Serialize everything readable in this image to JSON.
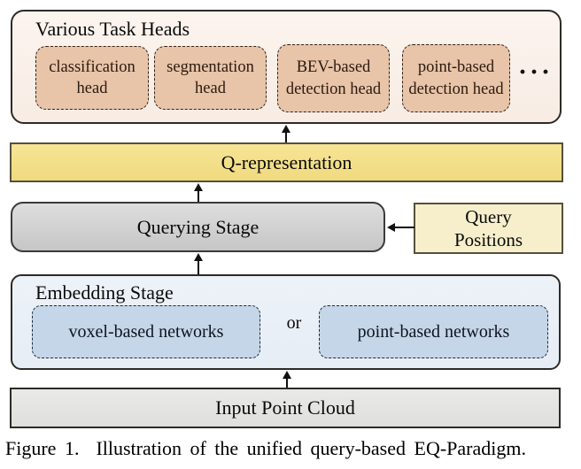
{
  "colors": {
    "task_container_fill": "#faf0e9",
    "head_box_fill": "#e8c4a8",
    "q_representation_fill": "#f3e08c",
    "querying_fill": "#cfcfcf",
    "query_positions_fill": "#f7efcb",
    "embedding_fill": "#eaf0f7",
    "network_box_fill": "#c5d6e9",
    "input_fill": "#e4e4e2",
    "arrow_color": "#111111"
  },
  "task_heads": {
    "title": "Various Task Heads",
    "heads": [
      {
        "label": "classification head"
      },
      {
        "label": "segmentation head"
      },
      {
        "label": "BEV-based detection head"
      },
      {
        "label": "point-based detection head"
      }
    ],
    "more_indicator": "···"
  },
  "q_representation": {
    "label": "Q-representation"
  },
  "querying_stage": {
    "label": "Querying Stage"
  },
  "query_positions": {
    "label": "Query Positions"
  },
  "embedding_stage": {
    "title": "Embedding Stage",
    "or_label": "or",
    "networks": [
      {
        "label": "voxel-based networks"
      },
      {
        "label": "point-based networks"
      }
    ]
  },
  "input_point_cloud": {
    "label": "Input Point Cloud"
  },
  "caption": "Figure 1.  Illustration of the unified query-based EQ-Paradigm."
}
